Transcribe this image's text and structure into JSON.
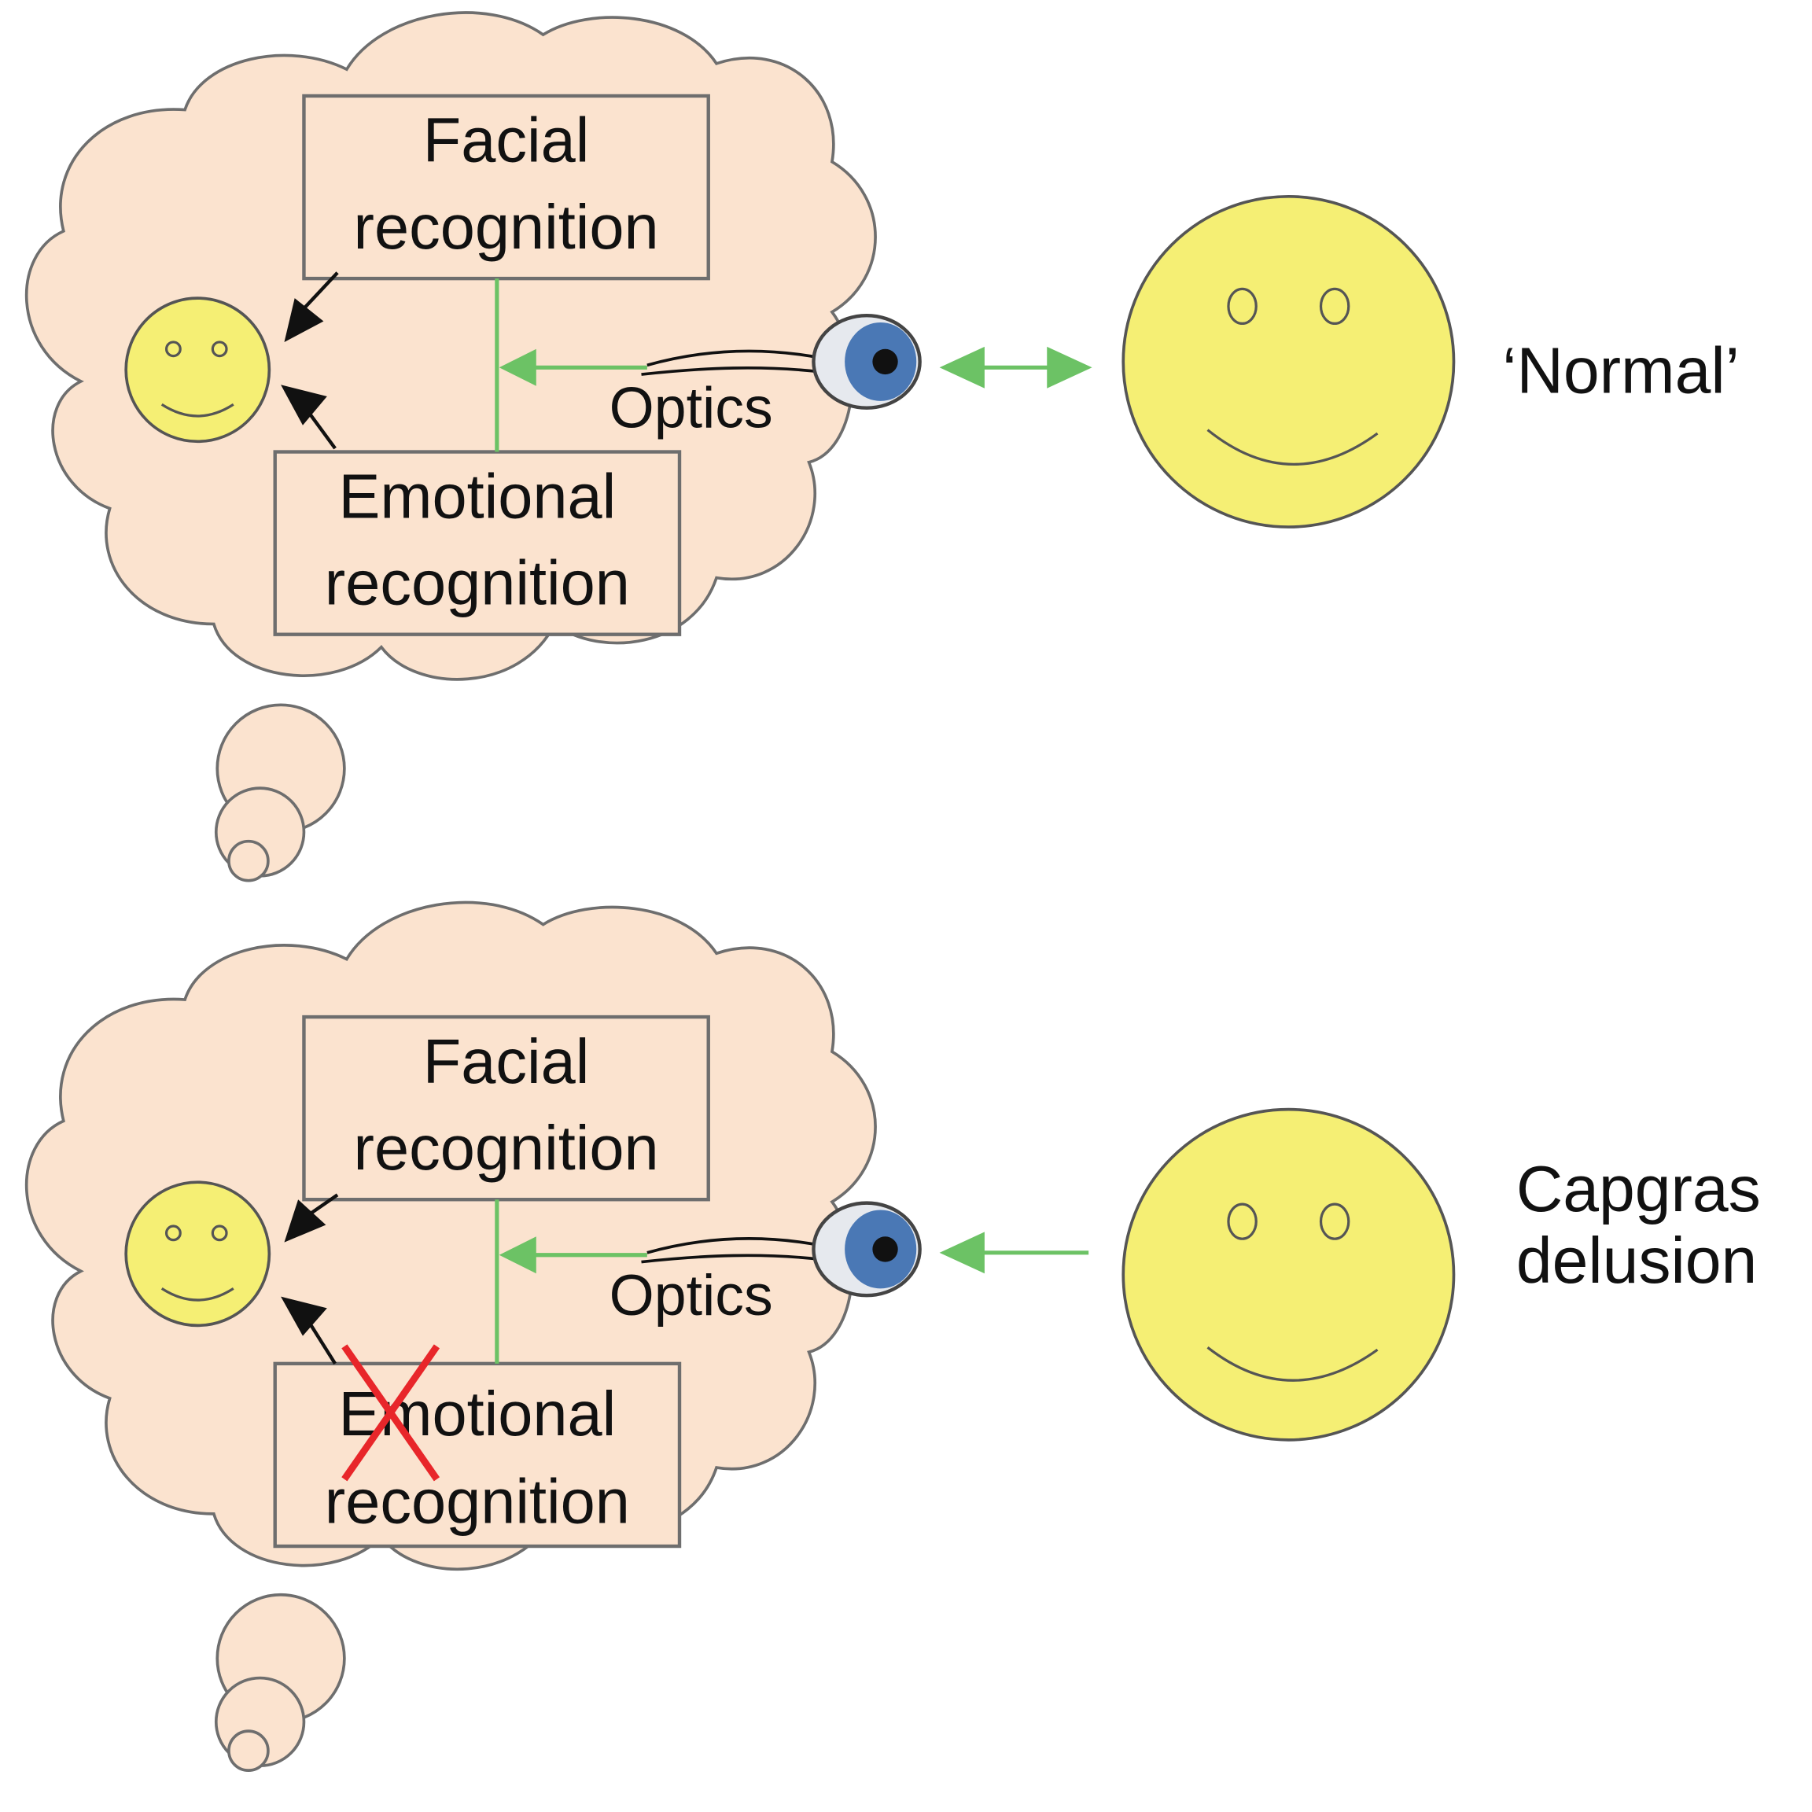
{
  "colors": {
    "cloud_fill": "#fbe3cf",
    "face_fill": "#f5ef74",
    "arrow_green": "#6cc265",
    "iris_blue": "#4a78b5",
    "cross_red": "#e8262a",
    "outline": "#6e6e6e"
  },
  "panels": [
    {
      "id": "normal",
      "box_top": [
        "Facial",
        "recognition"
      ],
      "box_bottom": [
        "Emotional",
        "recognition"
      ],
      "optics_label": "Optics",
      "side_label": [
        "‘Normal’"
      ],
      "arrow_type": "bidirectional",
      "emotional_crossed": false
    },
    {
      "id": "capgras",
      "box_top": [
        "Facial",
        "recognition"
      ],
      "box_bottom": [
        "Emotional",
        "recognition"
      ],
      "optics_label": "Optics",
      "side_label": [
        "Capgras",
        "delusion"
      ],
      "arrow_type": "incoming",
      "emotional_crossed": true
    }
  ],
  "icons": [
    "thought-cloud-icon",
    "smiley-face-icon",
    "eye-icon",
    "red-cross-icon"
  ]
}
